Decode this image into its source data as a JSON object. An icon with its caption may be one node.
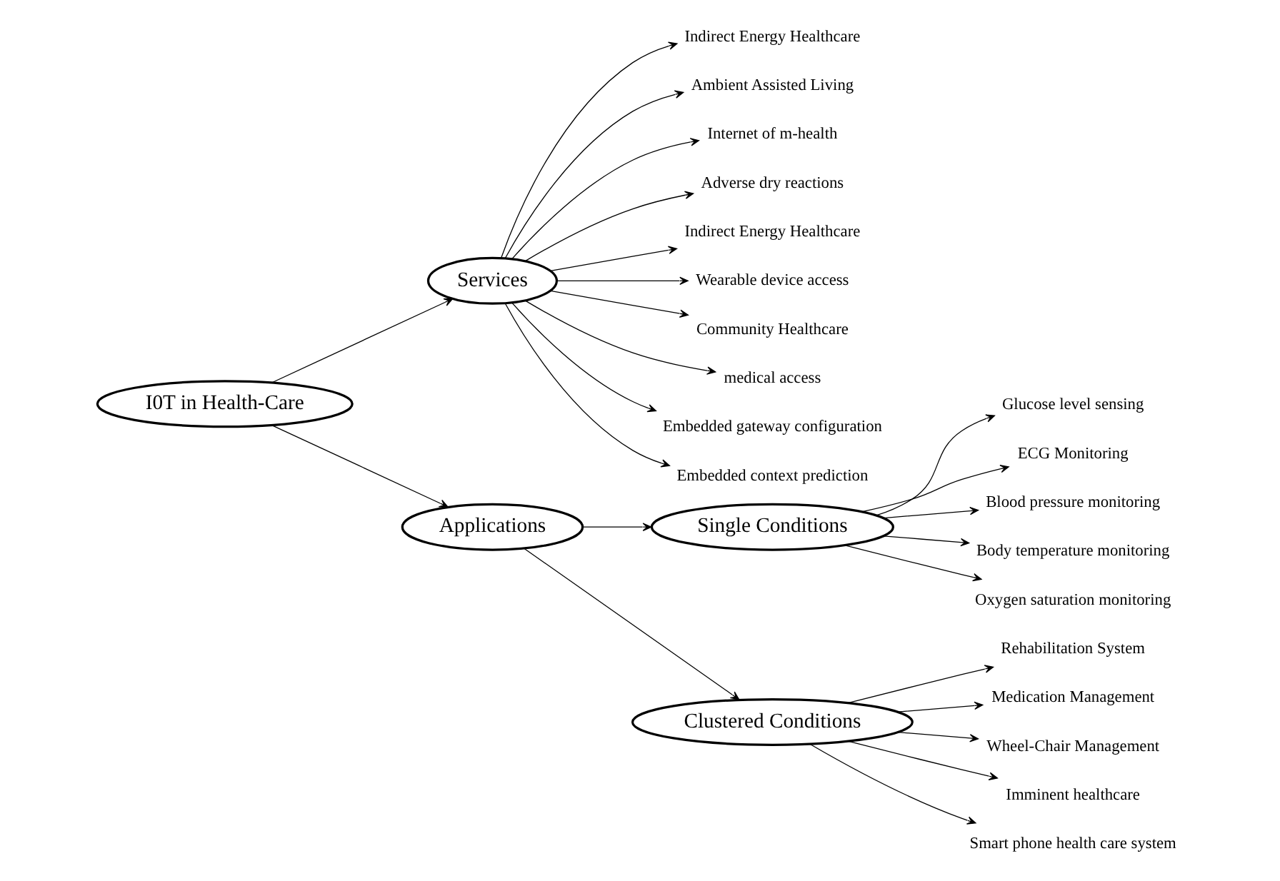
{
  "diagram": {
    "nodes": [
      {
        "text": [
          "I0T in Health-Care"
        ]
      },
      {
        "text": [
          "Services"
        ]
      },
      {
        "text": [
          "Indirect Energy Healthcare"
        ]
      },
      {
        "text": [
          "Ambient Assisted Living"
        ]
      },
      {
        "text": [
          "Internet of m-health"
        ]
      },
      {
        "text": [
          "Adverse dry reactions"
        ]
      },
      {
        "text": [
          "Indirect Energy Healthcare"
        ]
      },
      {
        "text": [
          "Wearable device access"
        ]
      },
      {
        "text": [
          "Community Healthcare"
        ]
      },
      {
        "text": [
          "medical access"
        ]
      },
      {
        "text": [
          "Embedded gateway configuration"
        ]
      },
      {
        "text": [
          "Embedded context prediction"
        ]
      },
      {
        "text": [
          "Single Conditions"
        ]
      },
      {
        "text": [
          "Glucose level sensing"
        ]
      },
      {
        "text": [
          "ECG Monitoring"
        ]
      },
      {
        "text": [
          "Blood pressure monitoring"
        ]
      },
      {
        "text": [
          "Body temperature monitoring"
        ]
      },
      {
        "text": [
          "Oxygen saturation monitoring"
        ]
      },
      {
        "text": [
          "Clustered Conditions"
        ]
      },
      {
        "text": [
          "Rehabilitation System"
        ]
      },
      {
        "text": [
          "Medication Management"
        ]
      },
      {
        "text": [
          "Wheel-Chair Management"
        ]
      },
      {
        "text": [
          "Imminent healthcare"
        ]
      },
      {
        "text": [
          "Smart phone health care system"
        ]
      },
      {
        "text": [
          "Applications"
        ]
      }
    ],
    "edges": [
      {
        "from": 0,
        "to": 1,
        "arrow": "to"
      },
      {
        "from": 1,
        "to": 2,
        "arrow": "to"
      },
      {
        "from": 1,
        "to": 3,
        "arrow": "to"
      },
      {
        "from": 1,
        "to": 4,
        "arrow": "to"
      },
      {
        "from": 1,
        "to": 5,
        "arrow": "to"
      },
      {
        "from": 1,
        "to": 6,
        "arrow": "to"
      },
      {
        "from": 1,
        "to": 7,
        "arrow": "to"
      },
      {
        "from": 1,
        "to": 8,
        "arrow": "to"
      },
      {
        "from": 1,
        "to": 9,
        "arrow": "to"
      },
      {
        "from": 1,
        "to": 10,
        "arrow": "to"
      },
      {
        "from": 1,
        "to": 11,
        "arrow": "to"
      },
      {
        "from": 0,
        "to": 24,
        "arrow": "to"
      },
      {
        "from": 24,
        "to": 12,
        "arrow": "to"
      },
      {
        "from": 24,
        "to": 18,
        "arrow": "to"
      },
      {
        "from": 12,
        "to": 13,
        "arrow": "to"
      },
      {
        "from": 12,
        "to": 14,
        "arrow": "to"
      },
      {
        "from": 12,
        "to": 15,
        "arrow": "to"
      },
      {
        "from": 12,
        "to": 16,
        "arrow": "to"
      },
      {
        "from": 12,
        "to": 17,
        "arrow": "to"
      },
      {
        "from": 18,
        "to": 19,
        "arrow": "to"
      },
      {
        "from": 18,
        "to": 20,
        "arrow": "to"
      },
      {
        "from": 18,
        "to": 21,
        "arrow": "to"
      },
      {
        "from": 18,
        "to": 22,
        "arrow": "to"
      },
      {
        "from": 18,
        "to": 23,
        "arrow": "to"
      }
    ]
  }
}
